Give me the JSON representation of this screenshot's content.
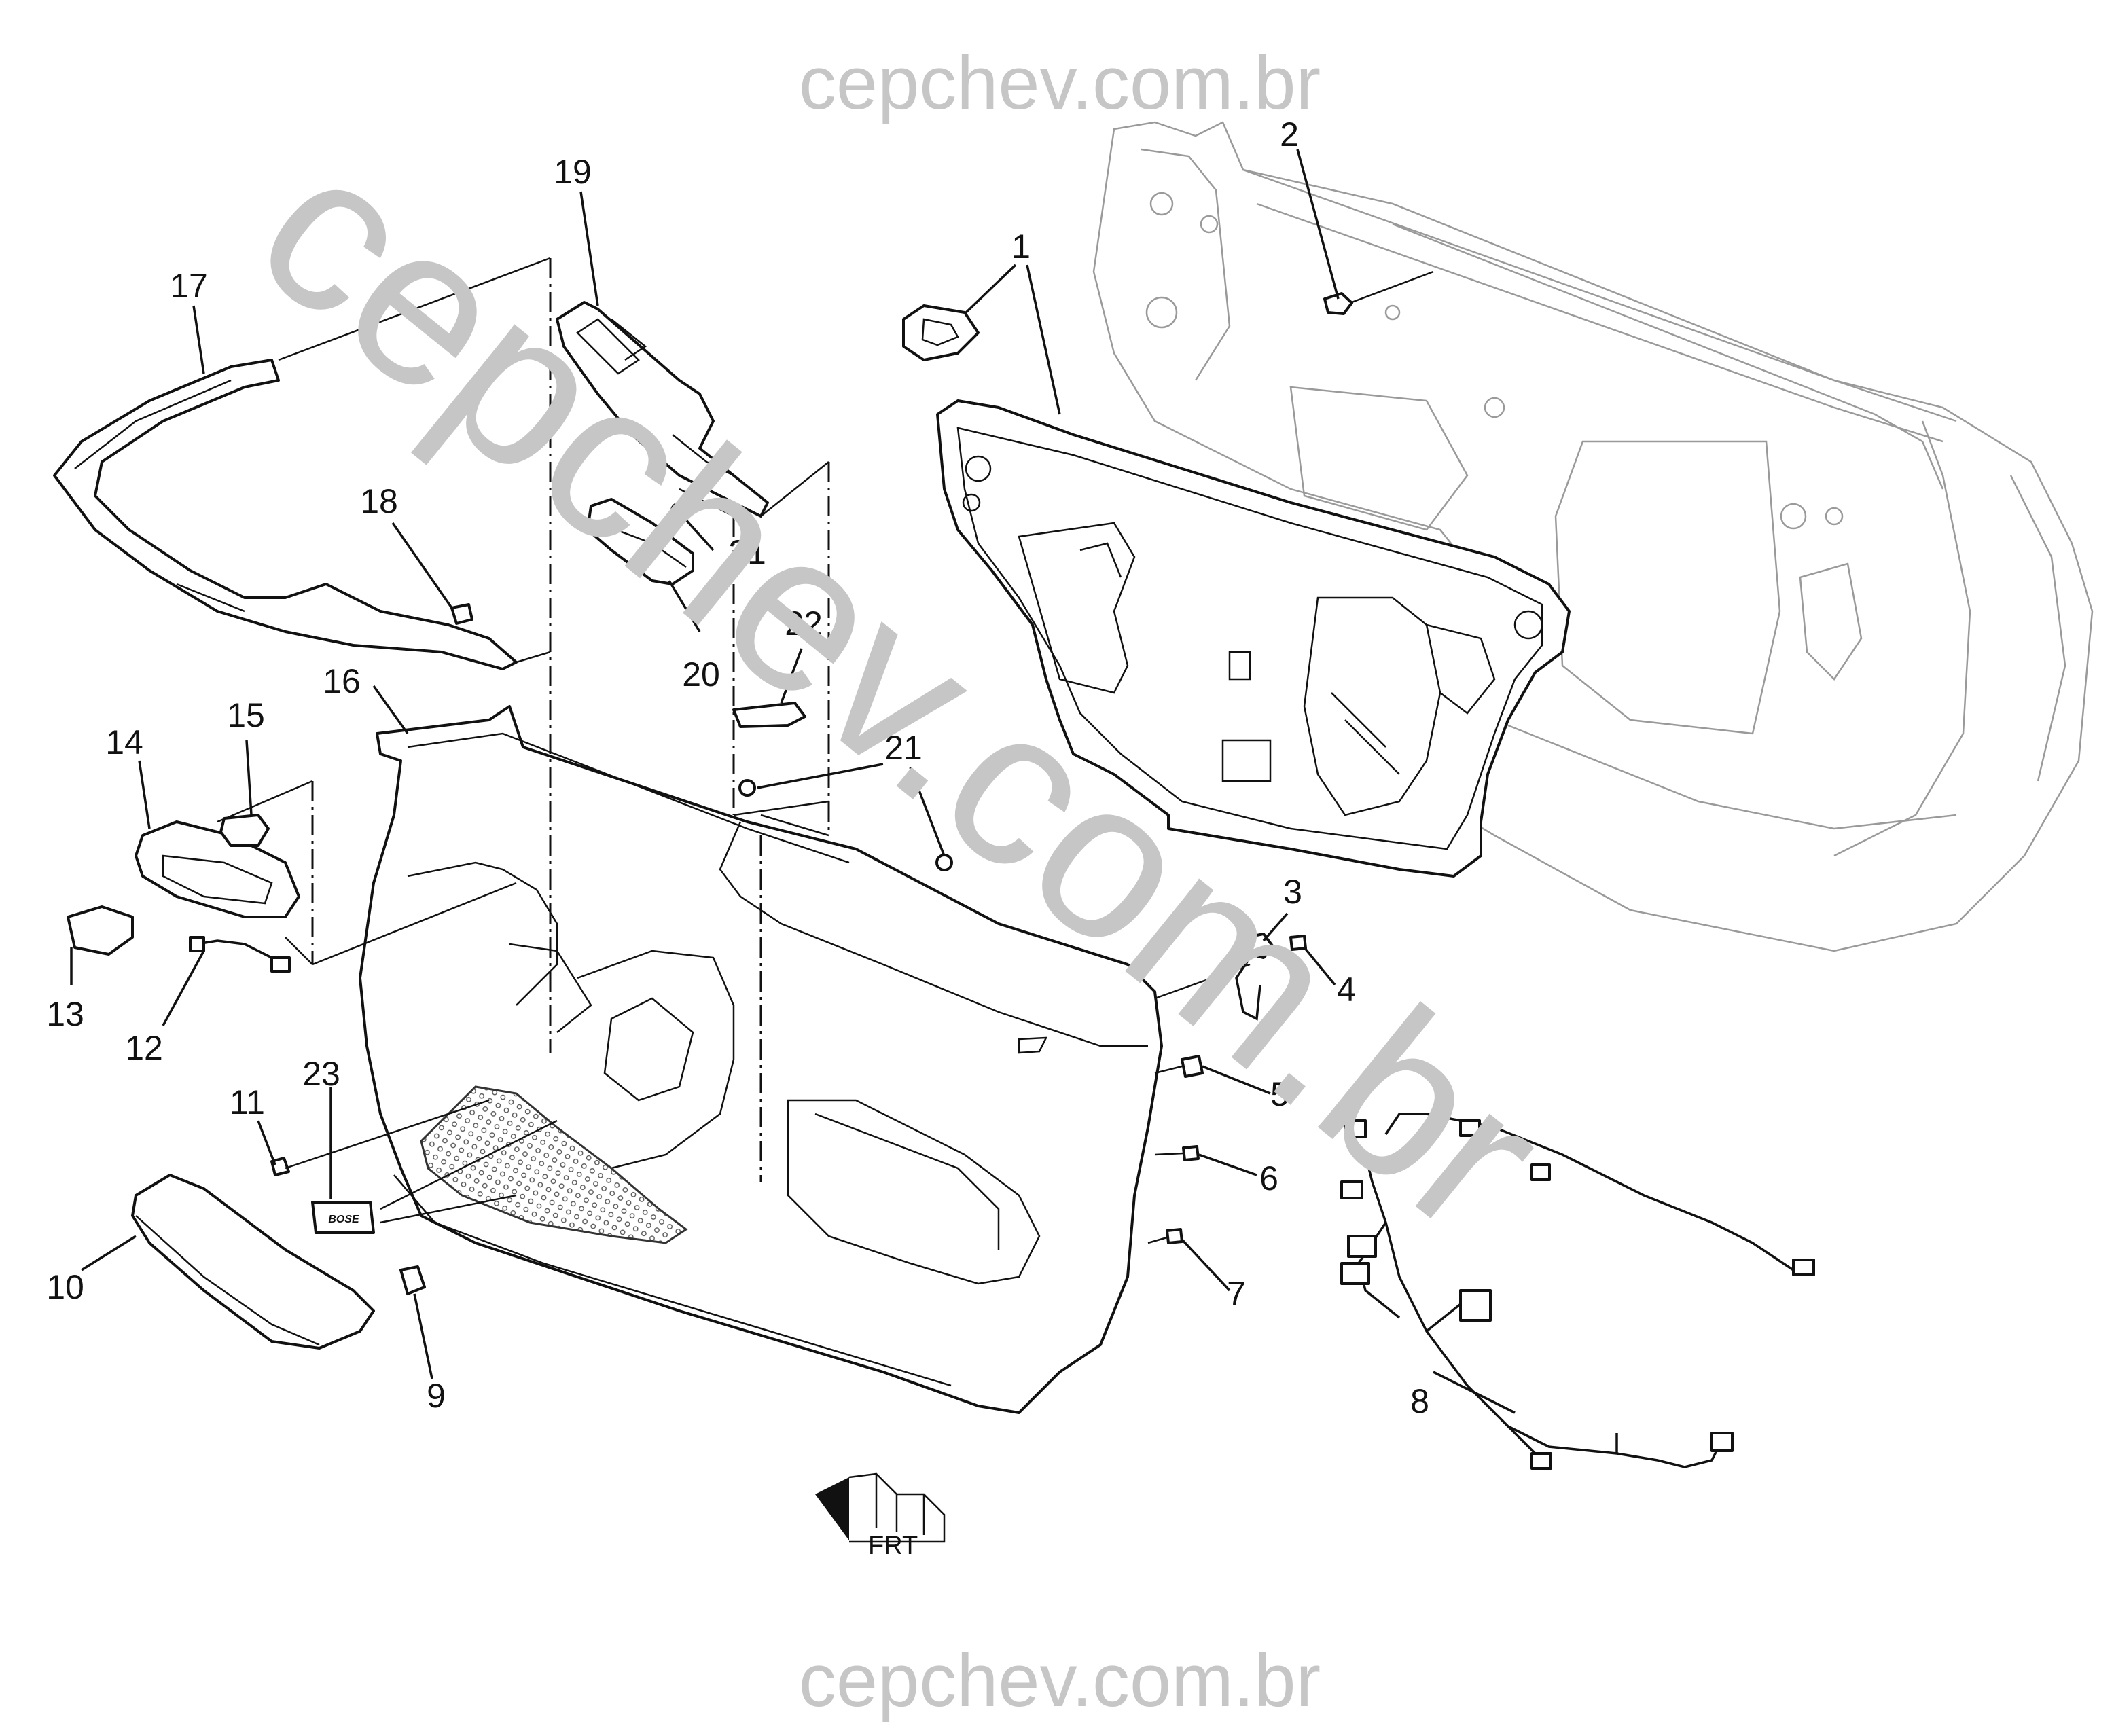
{
  "watermark": {
    "top": "cepchev.com.br",
    "diagonal": "cepchev.com.br",
    "bottom": "cepchev.com.br"
  },
  "orientation_badge": {
    "label": "FRT",
    "icon": "front-direction-arrow-icon"
  },
  "callouts": [
    {
      "id": "c1",
      "label": "1"
    },
    {
      "id": "c2",
      "label": "2"
    },
    {
      "id": "c3",
      "label": "3"
    },
    {
      "id": "c4",
      "label": "4"
    },
    {
      "id": "c5",
      "label": "5"
    },
    {
      "id": "c6",
      "label": "6"
    },
    {
      "id": "c7",
      "label": "7"
    },
    {
      "id": "c8",
      "label": "8"
    },
    {
      "id": "c9",
      "label": "9"
    },
    {
      "id": "c10",
      "label": "10"
    },
    {
      "id": "c11",
      "label": "11"
    },
    {
      "id": "c12",
      "label": "12"
    },
    {
      "id": "c13",
      "label": "13"
    },
    {
      "id": "c14",
      "label": "14"
    },
    {
      "id": "c15",
      "label": "15"
    },
    {
      "id": "c16",
      "label": "16"
    },
    {
      "id": "c17",
      "label": "17"
    },
    {
      "id": "c18",
      "label": "18"
    },
    {
      "id": "c19",
      "label": "19"
    },
    {
      "id": "c20",
      "label": "20"
    },
    {
      "id": "c21a",
      "label": "21"
    },
    {
      "id": "c21b",
      "label": "21"
    },
    {
      "id": "c22",
      "label": "22"
    },
    {
      "id": "c23",
      "label": "23"
    }
  ],
  "badge_logo": "BOSE"
}
